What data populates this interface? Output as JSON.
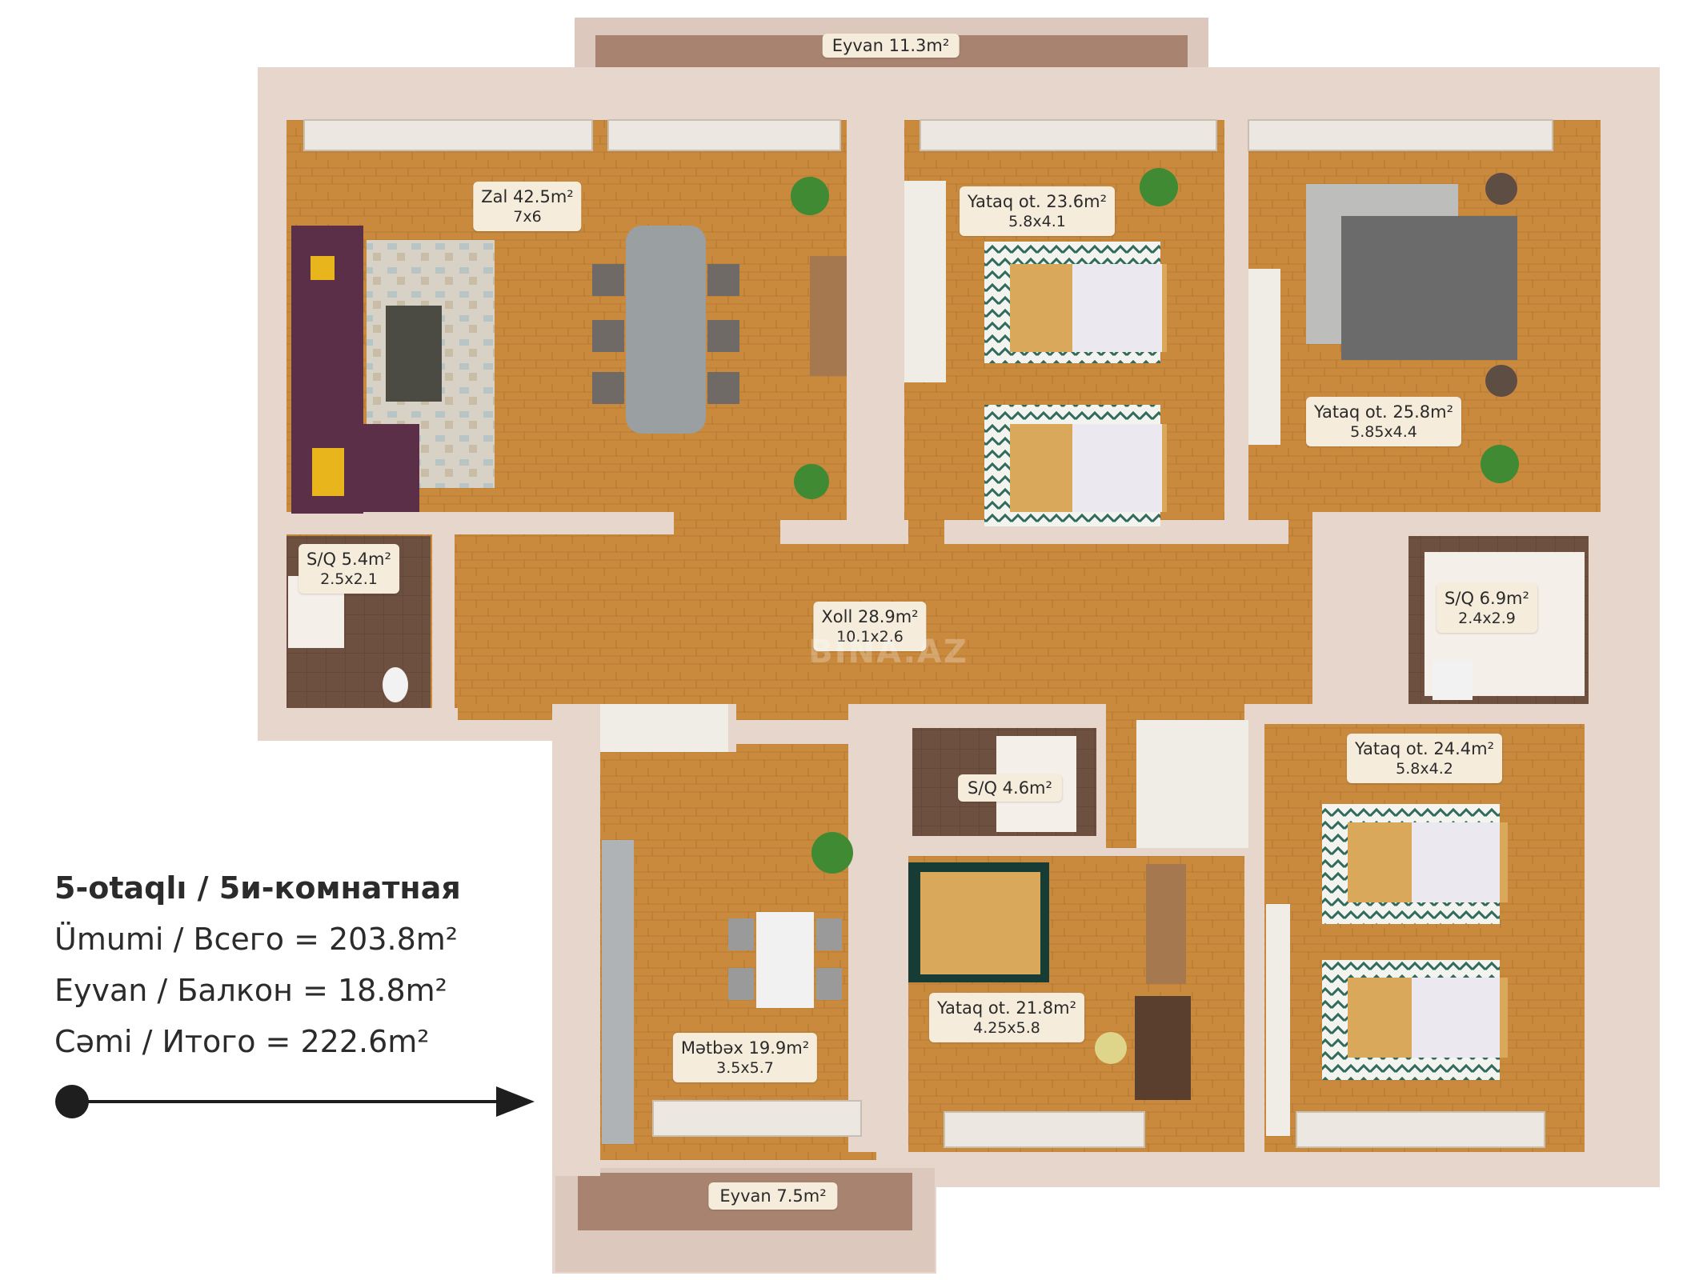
{
  "summary": {
    "rooms": "5-otaqlı / 5и-комнатная",
    "total": "Ümumi / Всего = 203.8m²",
    "balcony": "Eyvan / Балкон = 18.8m²",
    "grand_total": "Cəmi / Итого = 222.6m²"
  },
  "watermark": "BINA.AZ",
  "rooms": {
    "balcony_top": {
      "title": "Eyvan 11.3m²"
    },
    "zal": {
      "title": "Zal 42.5m²",
      "dims": "7x6"
    },
    "bedroom1": {
      "title": "Yataq ot. 23.6m²",
      "dims": "5.8x4.1"
    },
    "bedroom2": {
      "title": "Yataq ot. 25.8m²",
      "dims": "5.85x4.4"
    },
    "bath1": {
      "title": "S/Q 5.4m²",
      "dims": "2.5x2.1"
    },
    "hall": {
      "title": "Xoll 28.9m²",
      "dims": "10.1x2.6"
    },
    "bath2": {
      "title": "S/Q 6.9m²",
      "dims": "2.4x2.9"
    },
    "bath3": {
      "title": "S/Q 4.6m²"
    },
    "bedroom3": {
      "title": "Yataq ot. 24.4m²",
      "dims": "5.8x4.2"
    },
    "kitchen": {
      "title": "Mətbəx 19.9m²",
      "dims": "3.5x5.7"
    },
    "bedroom4": {
      "title": "Yataq ot. 21.8m²",
      "dims": "4.25x5.8"
    },
    "balcony_bottom": {
      "title": "Eyvan 7.5m²"
    }
  },
  "colors": {
    "wall": "#e6d6cc",
    "wall_dark": "#cdb8ab",
    "floor": "#c98a3e",
    "floor_light": "#d9a15a",
    "balcony": "#a88470",
    "tile": "#7a5a48",
    "label_bg": "#f5ecdc"
  }
}
